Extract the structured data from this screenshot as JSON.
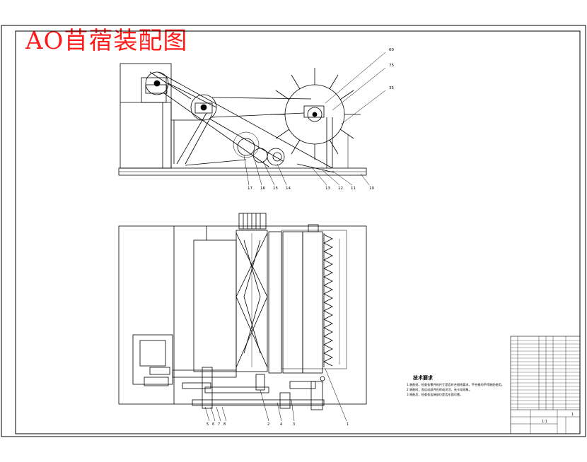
{
  "drawing": {
    "title": "AO苜蓿装配图",
    "colors": {
      "title": "#ff1a1a",
      "line": "#000000",
      "paper": "#ffffff"
    }
  },
  "front_view": {
    "callouts": [
      "60",
      "75",
      "35",
      "17",
      "16",
      "15",
      "14",
      "13",
      "12",
      "11",
      "10"
    ]
  },
  "top_view": {
    "callouts": [
      "5",
      "6",
      "7",
      "8",
      "2",
      "4",
      "3",
      "1"
    ]
  },
  "technical_requirements": {
    "title": "技术要求",
    "lines": [
      "1.装配前，检查各零件的尺寸是否符合图纸要求，不合格的不得装配使用。",
      "2.装配时，各运动部件应转动灵活，无卡滞现象。",
      "3.装配后，检查各连接部位是否牢固可靠。"
    ]
  },
  "title_block": {
    "scale": "1:1",
    "sheet": "1"
  }
}
